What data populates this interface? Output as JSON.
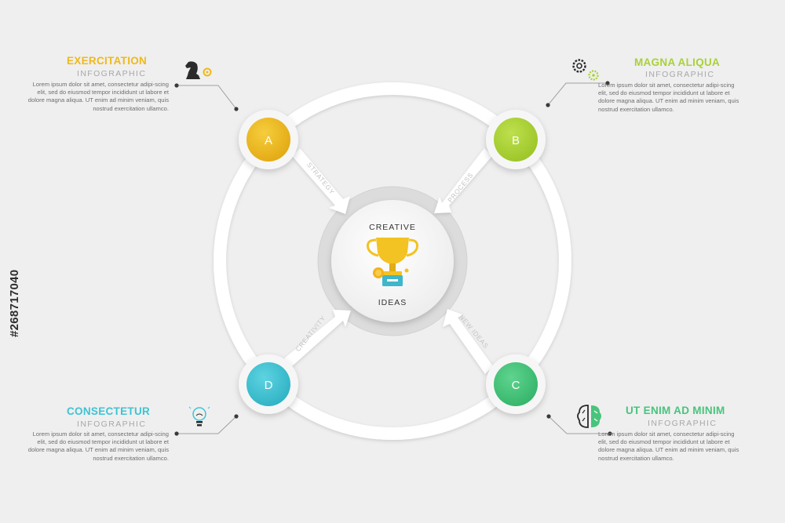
{
  "center": {
    "line1": "CREATIVE",
    "line2": "IDEAS",
    "icon": "trophy-icon"
  },
  "steps": [
    {
      "letter": "A",
      "arrow_label": "STRATEGY",
      "color": "#f0b81a"
    },
    {
      "letter": "B",
      "arrow_label": "PROCESS",
      "color": "#a9d137"
    },
    {
      "letter": "C",
      "arrow_label": "NEW IDEAS",
      "color": "#48c47c"
    },
    {
      "letter": "D",
      "arrow_label": "CREATIVITY",
      "color": "#3fc3d3"
    }
  ],
  "blocks": [
    {
      "title": "EXERCITATION",
      "subtitle": "INFOGRAPHIC",
      "color": "#f0b81a",
      "icon": "chess-knight-icon",
      "text": "Lorem ipsum dolor sit amet, consectetur adipi-scing elit, sed do eiusmod tempor incididunt ut labore et dolore magna aliqua. UT enim ad minim veniam, quis nostrud exercitation ullamco."
    },
    {
      "title": "MAGNA ALIQUA",
      "subtitle": "INFOGRAPHIC",
      "color": "#a9d137",
      "icon": "gears-icon",
      "text": "Lorem ipsum dolor sit amet, consectetur adipi-scing elit, sed do eiusmod tempor incididunt ut labore et dolore magna aliqua. UT enim ad minim veniam, quis nostrud exercitation ullamco."
    },
    {
      "title": "CONSECTETUR",
      "subtitle": "INFOGRAPHIC",
      "color": "#3fc3d3",
      "icon": "lightbulb-icon",
      "text": "Lorem ipsum dolor sit amet, consectetur adipi-scing elit, sed do eiusmod tempor incididunt ut labore et dolore magna aliqua. UT enim ad minim veniam, quis nostrud exercitation ullamco."
    },
    {
      "title": "UT ENIM AD MINIM",
      "subtitle": "INFOGRAPHIC",
      "color": "#48c47c",
      "icon": "brain-icon",
      "text": "Lorem ipsum dolor sit amet, consectetur adipi-scing elit, sed do eiusmod tempor incididunt ut labore et dolore magna aliqua. UT enim ad minim veniam, quis nostrud exercitation ullamco."
    }
  ],
  "stock_id": "#268717040"
}
